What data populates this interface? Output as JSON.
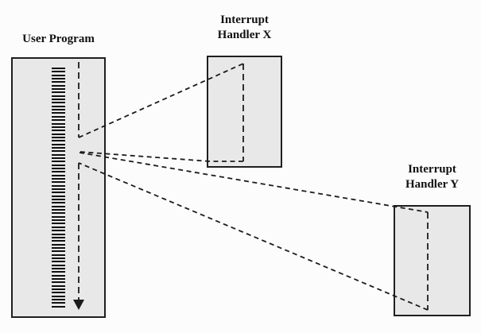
{
  "diagram": {
    "colors": {
      "background": "#fcfcfc",
      "box_fill": "#e8e8e8",
      "box_border": "#1f1f1f",
      "line_color": "#1c1c1c",
      "text_color": "#111111"
    },
    "user_program": {
      "label": "User Program",
      "instruction_tick_count": 70
    },
    "handler_x": {
      "label_line1": "Interrupt",
      "label_line2": "Handler X"
    },
    "handler_y": {
      "label_line1": "Interrupt",
      "label_line2": "Handler Y"
    }
  }
}
